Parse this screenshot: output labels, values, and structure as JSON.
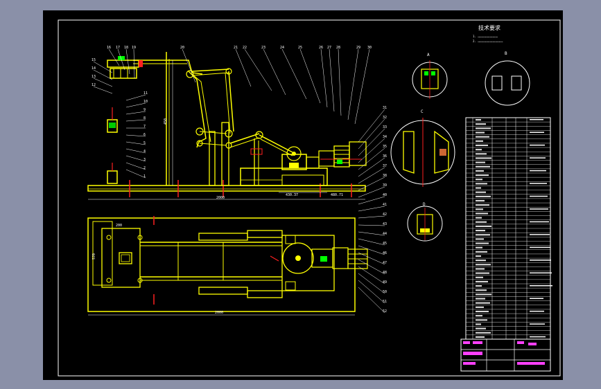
{
  "drawing": {
    "notes_title": "技术要求",
    "note_lines": [
      "1. ………………………………",
      "2. ………………………………………"
    ],
    "section_labels": [
      "A",
      "B",
      "C",
      "D"
    ],
    "callouts_top": [
      "16",
      "17",
      "18",
      "19",
      "20",
      "21",
      "22",
      "23",
      "24",
      "25",
      "26",
      "27",
      "28",
      "29",
      "30"
    ],
    "callouts_left": [
      "15",
      "14",
      "13",
      "12",
      "11",
      "10",
      "9",
      "8",
      "7",
      "6",
      "5",
      "4",
      "3",
      "2",
      "1"
    ],
    "callouts_right": [
      "31",
      "32",
      "33",
      "34",
      "35",
      "36",
      "37",
      "38",
      "39",
      "40",
      "41",
      "42",
      "43",
      "44",
      "45",
      "46",
      "47",
      "48",
      "49",
      "50",
      "51",
      "52"
    ],
    "dims": {
      "height_left": "450",
      "base_total": "2000",
      "dim_a": "430.37",
      "dim_b": "480.71",
      "plan_width": "570",
      "plan_left": "200",
      "plan_total": "2000"
    },
    "table_rows": 52
  },
  "colors": {
    "line_white": "#ffffff",
    "line_yellow": "#ffff00",
    "line_red": "#ff2020",
    "line_green": "#00ff00",
    "line_magenta": "#ff40ff",
    "line_cyan": "#00ffff",
    "background": "#000000"
  }
}
